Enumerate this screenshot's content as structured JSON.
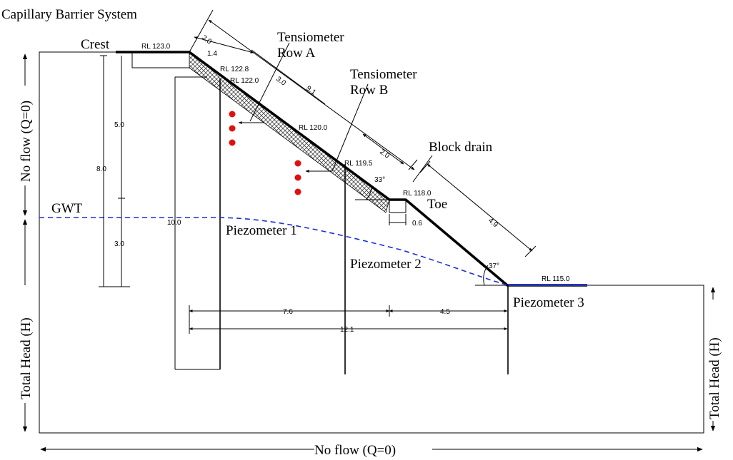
{
  "labels": {
    "capillary_barrier": "Capillary Barrier System",
    "crest": "Crest",
    "tensiometer_a_line1": "Tensiometer",
    "tensiometer_a_line2": "Row A",
    "tensiometer_b_line1": "Tensiometer",
    "tensiometer_b_line2": "Row B",
    "block_drain": "Block drain",
    "toe": "Toe",
    "gwt": "GWT",
    "piezometer_1": "Piezometer 1",
    "piezometer_2": "Piezometer 2",
    "piezometer_3": "Piezometer 3",
    "no_flow_left": "No flow (Q=0)",
    "no_flow_bottom": "No flow (Q=0)",
    "total_head_left": "Total Head (H)",
    "total_head_right": "Total Head (H)"
  },
  "levels": {
    "rl_crest": "RL 123.0",
    "rl_1228": "RL 122.8",
    "rl_1220": "RL 122.0",
    "rl_1200": "RL 120.0",
    "rl_1195": "RL 119.5",
    "rl_1180": "RL 118.0",
    "rl_1150": "RL 115.0"
  },
  "dimensions": {
    "d_2_0_top": "2.0",
    "d_1_4": "1.4",
    "d_3_0_slope": "3.0",
    "d_9_1": "9.1",
    "d_2_0_mid": "2.0",
    "d_4_9": "4.9",
    "d_0_6": "0.6",
    "angle_33": "33°",
    "angle_37": "37°",
    "d_5_0": "5.0",
    "d_8_0": "8.0",
    "d_3_0_left": "3.0",
    "d_10_0": "10.0",
    "d_7_6": "7.6",
    "d_4_5": "4.5",
    "d_12_1": "12.1"
  },
  "colors": {
    "line": "#000000",
    "gwt_line": "#1a2fd6",
    "tensiometer_dot": "#e01010",
    "hatch": "#444444"
  }
}
